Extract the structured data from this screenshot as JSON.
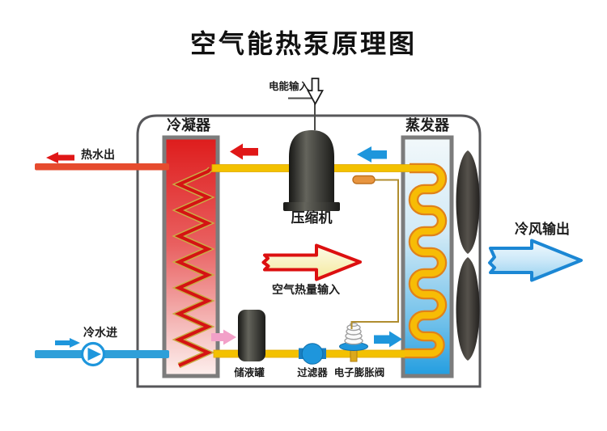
{
  "title": "空气能热泵原理图",
  "unit": {
    "condenser_label": "冷凝器",
    "evaporator_label": "蒸发器",
    "compressor_label": "压缩机"
  },
  "flows": {
    "electric_input": "电能输入",
    "hot_water_out": "热水出",
    "cold_water_in": "冷水进",
    "cold_air_out": "冷风输出",
    "air_heat_input": "空气热量输入"
  },
  "components": {
    "receiver_tank": "储液罐",
    "filter": "过滤器",
    "expansion_valve": "电子膨胀阀"
  },
  "colors": {
    "hot_pipe": "#e64b2e",
    "cold_pipe": "#2e9fd9",
    "refrigerant_pipe": "#f3c100",
    "red_arrow": "#e01717",
    "blue_arrow": "#1e96dc",
    "pink_arrow": "#f2a0c8",
    "heat_arrow_outline": "#dc1010",
    "cold_air_outline": "#1b87d4",
    "unit_border": "#57575a",
    "component_border": "#7c7c7c"
  }
}
